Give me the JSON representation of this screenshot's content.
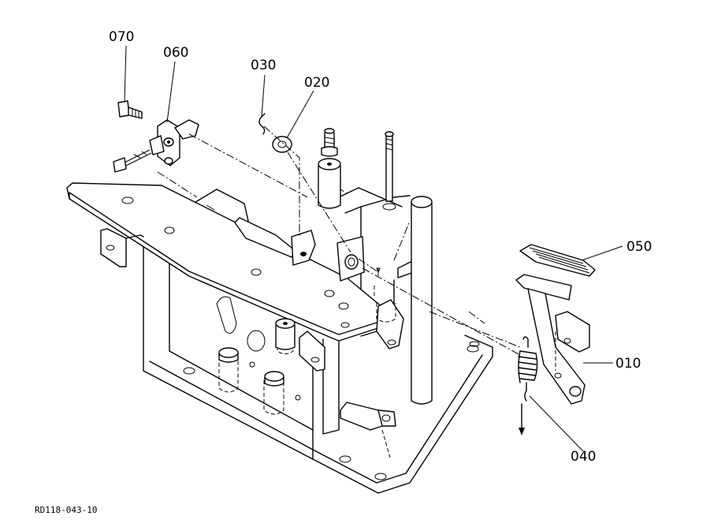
{
  "callouts": {
    "p070": "070",
    "p060": "060",
    "p030": "030",
    "p020": "020",
    "p050": "050",
    "p010": "010",
    "p040": "040"
  },
  "reference_code": "RD118-043-10"
}
